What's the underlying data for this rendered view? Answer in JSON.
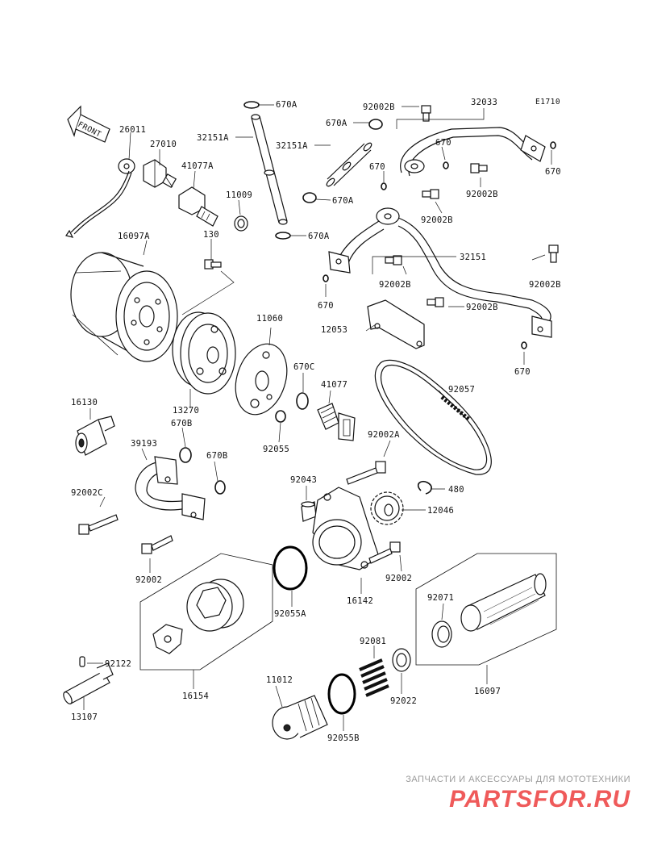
{
  "diagram_code": "E1710",
  "front_label": "FRONT",
  "labels": {
    "p26011": "26011",
    "p27010": "27010",
    "p41077A": "41077A",
    "p11009": "11009",
    "p32151A_1": "32151A",
    "p32151A_2": "32151A",
    "p670A_1": "670A",
    "p670A_2": "670A",
    "p670A_3": "670A",
    "p670A_4": "670A",
    "p92002B_1": "92002B",
    "p32033": "32033",
    "p670_1": "670",
    "p670_2": "670",
    "p670_3": "670",
    "p670_4": "670",
    "p670_5": "670",
    "p92002B_2": "92002B",
    "p92002B_3": "92002B",
    "p92002B_4": "92002B",
    "p92002B_5": "92002B",
    "p92002B_6": "92002B",
    "p32151": "32151",
    "p16097A": "16097A",
    "p130": "130",
    "p11060": "11060",
    "p12053": "12053",
    "p670C": "670C",
    "p41077": "41077",
    "p92057": "92057",
    "p16130": "16130",
    "p13270": "13270",
    "p670B_1": "670B",
    "p670B_2": "670B",
    "p92055": "92055",
    "p39193": "39193",
    "p92002A": "92002A",
    "p92043": "92043",
    "p480": "480",
    "p92002C": "92002C",
    "p12046": "12046",
    "p92002_1": "92002",
    "p92002_2": "92002",
    "p16142": "16142",
    "p92055A": "92055A",
    "p92071": "92071",
    "p92122": "92122",
    "p16154": "16154",
    "p92081": "92081",
    "p16097": "16097",
    "p11012": "11012",
    "p92022": "92022",
    "p13107": "13107",
    "p92055B": "92055B"
  },
  "watermark": {
    "top_line": "ЗАПЧАСТИ И АКСЕССУАРЫ ДЛЯ МОТОТЕХНИКИ",
    "logo": "PARTSFOR.RU",
    "color": "#ef5a5a"
  }
}
